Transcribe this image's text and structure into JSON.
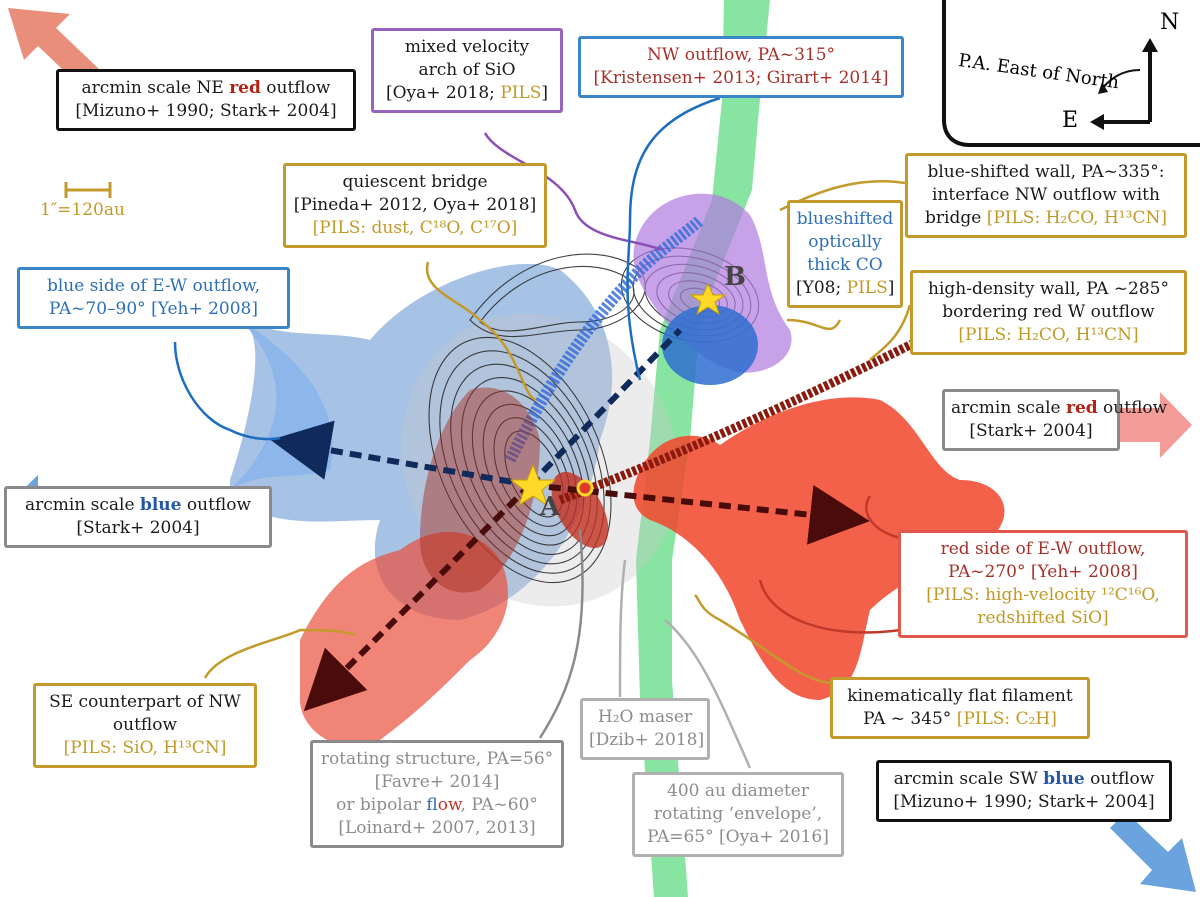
{
  "compass": {
    "north": "N",
    "east": "E",
    "label": "P.A. East of North"
  },
  "scale_bar": {
    "label": "1″=120au"
  },
  "sources": {
    "a": "A",
    "b": "B"
  },
  "labels": {
    "ne_red": {
      "line1_pre": "arcmin scale NE ",
      "line1_kw": "red",
      "line1_post": " outflow",
      "line2": "[Mizuno+ 1990; Stark+ 2004]"
    },
    "sio_arch": {
      "line1": "mixed velocity",
      "line2": "arch of SiO",
      "line3_pre": "[Oya+ 2018; ",
      "line3_pils": "PILS",
      "line3_post": "]"
    },
    "nw_outflow": {
      "line1": "NW outflow, PA~315°",
      "line2": "[Kristensen+ 2013; Girart+ 2014]"
    },
    "bridge": {
      "line1": "quiescent bridge",
      "line2": "[Pineda+ 2012, Oya+ 2018]",
      "line3": "[PILS: dust, C¹⁸O, C¹⁷O]"
    },
    "blue_wall": {
      "line1": "blue-shifted wall, PA~335°:",
      "line2": "interface NW outflow with",
      "line3_pre": "bridge ",
      "line3_pils": "[PILS: H₂CO, H¹³CN]"
    },
    "thick_co": {
      "line1": "blueshifted",
      "line2": "optically",
      "line3": "thick CO",
      "line4_pre": "[Y08; ",
      "line4_pils": "PILS",
      "line4_post": "]"
    },
    "ew_blue": {
      "line1": "blue side of E-W outflow,",
      "line2": "PA~70–90° [Yeh+ 2008]"
    },
    "hd_wall": {
      "line1": "high-density wall, PA ~285°",
      "line2": "bordering red W outflow",
      "line3": "[PILS: H₂CO, H¹³CN]"
    },
    "red_arcmin": {
      "line1_pre": "arcmin scale ",
      "line1_kw": "red",
      "line1_post": " outflow",
      "line2": "[Stark+ 2004]"
    },
    "blue_arcmin": {
      "line1_pre": "arcmin scale ",
      "line1_kw": "blue",
      "line1_post": " outflow",
      "line2": "[Stark+ 2004]"
    },
    "ew_red": {
      "line1": "red side of E-W outflow,",
      "line2": "PA~270° [Yeh+ 2008]",
      "line3": "[PILS: high-velocity ¹²C¹⁶O,",
      "line4": "redshifted SiO]"
    },
    "se_counter": {
      "line1": "SE counterpart of NW",
      "line2": "outflow",
      "line3": "[PILS: SiO, H¹³CN]"
    },
    "rotating": {
      "line1": "rotating structure, PA=56°",
      "line2": "[Favre+ 2014]",
      "line3_pre": "or bipolar ",
      "line3_fl": "fl",
      "line3_ow": "ow",
      "line3_post": ", PA~60°",
      "line4": "[Loinard+ 2007, 2013]"
    },
    "maser": {
      "line1": "H₂O maser",
      "line2": "[Dzib+ 2018]"
    },
    "envelope": {
      "line1": "400 au diameter",
      "line2": "rotating ‘envelope’,",
      "line3": "PA=65° [Oya+ 2016]"
    },
    "filament": {
      "line1": "kinematically flat filament",
      "line2_pre": "PA ~ 345° ",
      "line2_pils": "[PILS: C₂H]"
    },
    "sw_blue": {
      "line1_pre": "arcmin scale SW ",
      "line1_kw": "blue",
      "line1_post": " outflow",
      "line2": "[Mizuno+ 1990; Stark+ 2004]"
    }
  },
  "colors": {
    "pils_gold": "#c19a26",
    "blue_text": "#2d6fb8",
    "red_text": "#a7312a",
    "blue_outflow": "#4f8fd6",
    "red_outflow": "#e8432f",
    "purple_lobe": "#b079e0",
    "green_filament": "#58d97a",
    "dark_red_wall": "#8b1a0e"
  }
}
